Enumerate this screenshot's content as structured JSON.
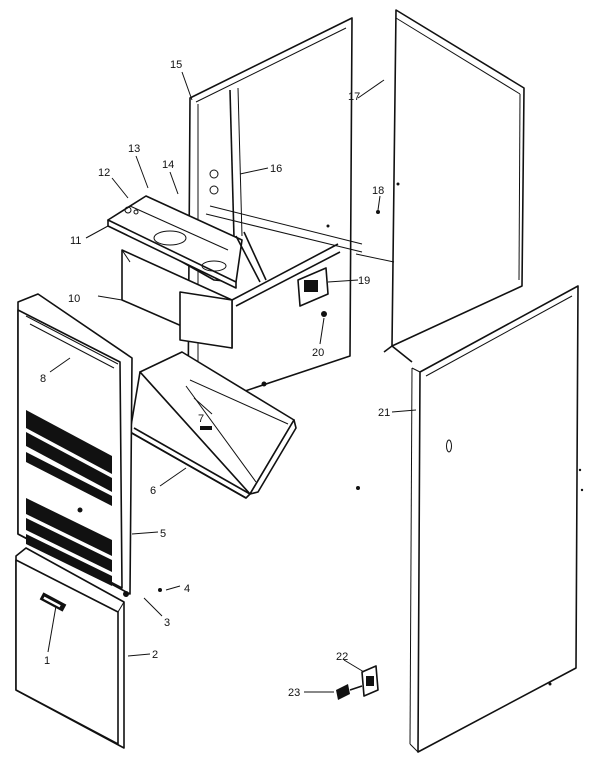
{
  "callouts": {
    "n1": "1",
    "n2": "2",
    "n3": "3",
    "n4": "4",
    "n5": "5",
    "n6": "6",
    "n7": "7",
    "n8": "8",
    "n10": "10",
    "n11": "11",
    "n12": "12",
    "n13": "13",
    "n14": "14",
    "n15": "15",
    "n16": "16",
    "n17": "17",
    "n18": "18",
    "n19": "19",
    "n20": "20",
    "n21": "21",
    "n22": "22",
    "n23": "23"
  }
}
